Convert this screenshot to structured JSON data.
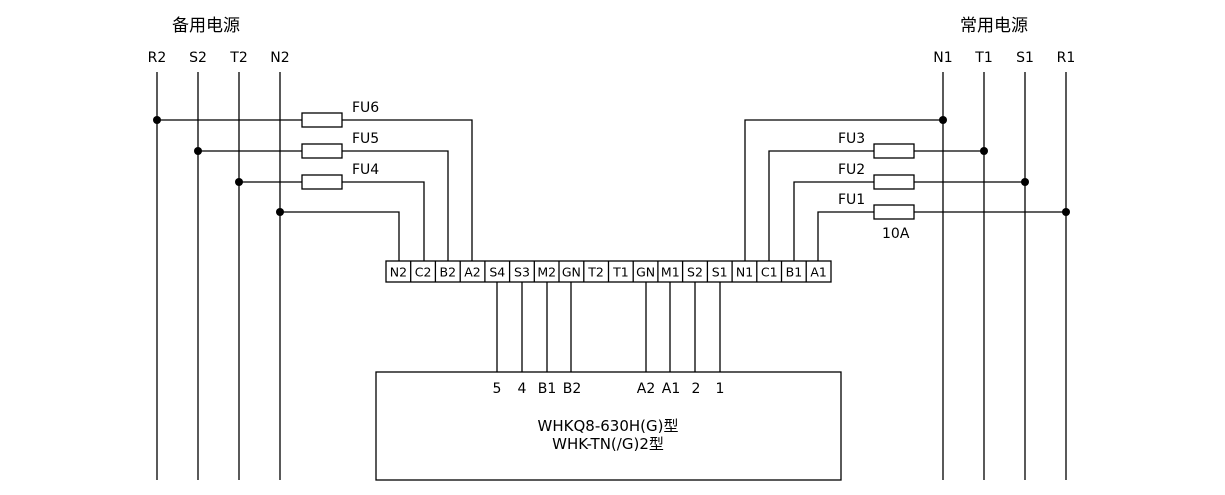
{
  "headers": {
    "left": "备用电源",
    "right": "常用电源"
  },
  "left_bus": [
    "R2",
    "S2",
    "T2",
    "N2"
  ],
  "right_bus": [
    "N1",
    "T1",
    "S1",
    "R1"
  ],
  "fuses": {
    "fu6": "FU6",
    "fu5": "FU5",
    "fu4": "FU4",
    "fu3": "FU3",
    "fu2": "FU2",
    "fu1": "FU1",
    "fu1_rating": "10A"
  },
  "terminals": [
    "N2",
    "C2",
    "B2",
    "A2",
    "S4",
    "S3",
    "M2",
    "GN",
    "T2",
    "T1",
    "GN",
    "M1",
    "S2",
    "S1",
    "N1",
    "C1",
    "B1",
    "A1"
  ],
  "device_pins": [
    "5",
    "4",
    "B1",
    "B2",
    "A2",
    "A1",
    "2",
    "1"
  ],
  "device": {
    "line1": "WHKQ8-630H(G)型",
    "line2": "WHK-TN(/G)2型"
  }
}
